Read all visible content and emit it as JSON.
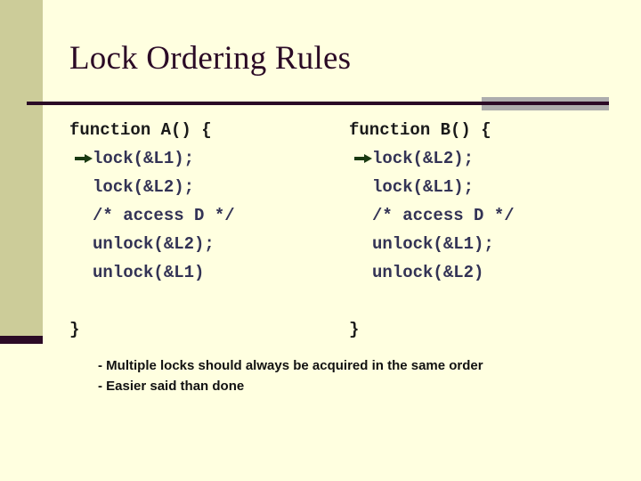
{
  "slide": {
    "title": "Lock Ordering Rules",
    "background_color": "#FFFFE0",
    "accent_color": "#2B0A26",
    "band_color": "#CCCC99",
    "rule_gray_color": "#ADADAD",
    "code_color": "#333355",
    "arrow_color": "#1A3A12"
  },
  "code": {
    "left": {
      "header": "function A() {",
      "lines": [
        {
          "text": "lock(&L1);",
          "marked": true
        },
        {
          "text": "lock(&L2);",
          "marked": false
        },
        {
          "text": "/* access D */",
          "marked": false
        },
        {
          "text": "unlock(&L2);",
          "marked": false
        },
        {
          "text": "unlock(&L1)",
          "marked": false
        }
      ],
      "footer": "}"
    },
    "right": {
      "header": "function B() {",
      "lines": [
        {
          "text": "lock(&L2);",
          "marked": true
        },
        {
          "text": "lock(&L1);",
          "marked": false
        },
        {
          "text": "/* access D */",
          "marked": false
        },
        {
          "text": "unlock(&L1);",
          "marked": false
        },
        {
          "text": "unlock(&L2)",
          "marked": false
        }
      ],
      "footer": "}"
    }
  },
  "notes": [
    "- Multiple locks should always be acquired in the same order",
    "- Easier said than done"
  ]
}
